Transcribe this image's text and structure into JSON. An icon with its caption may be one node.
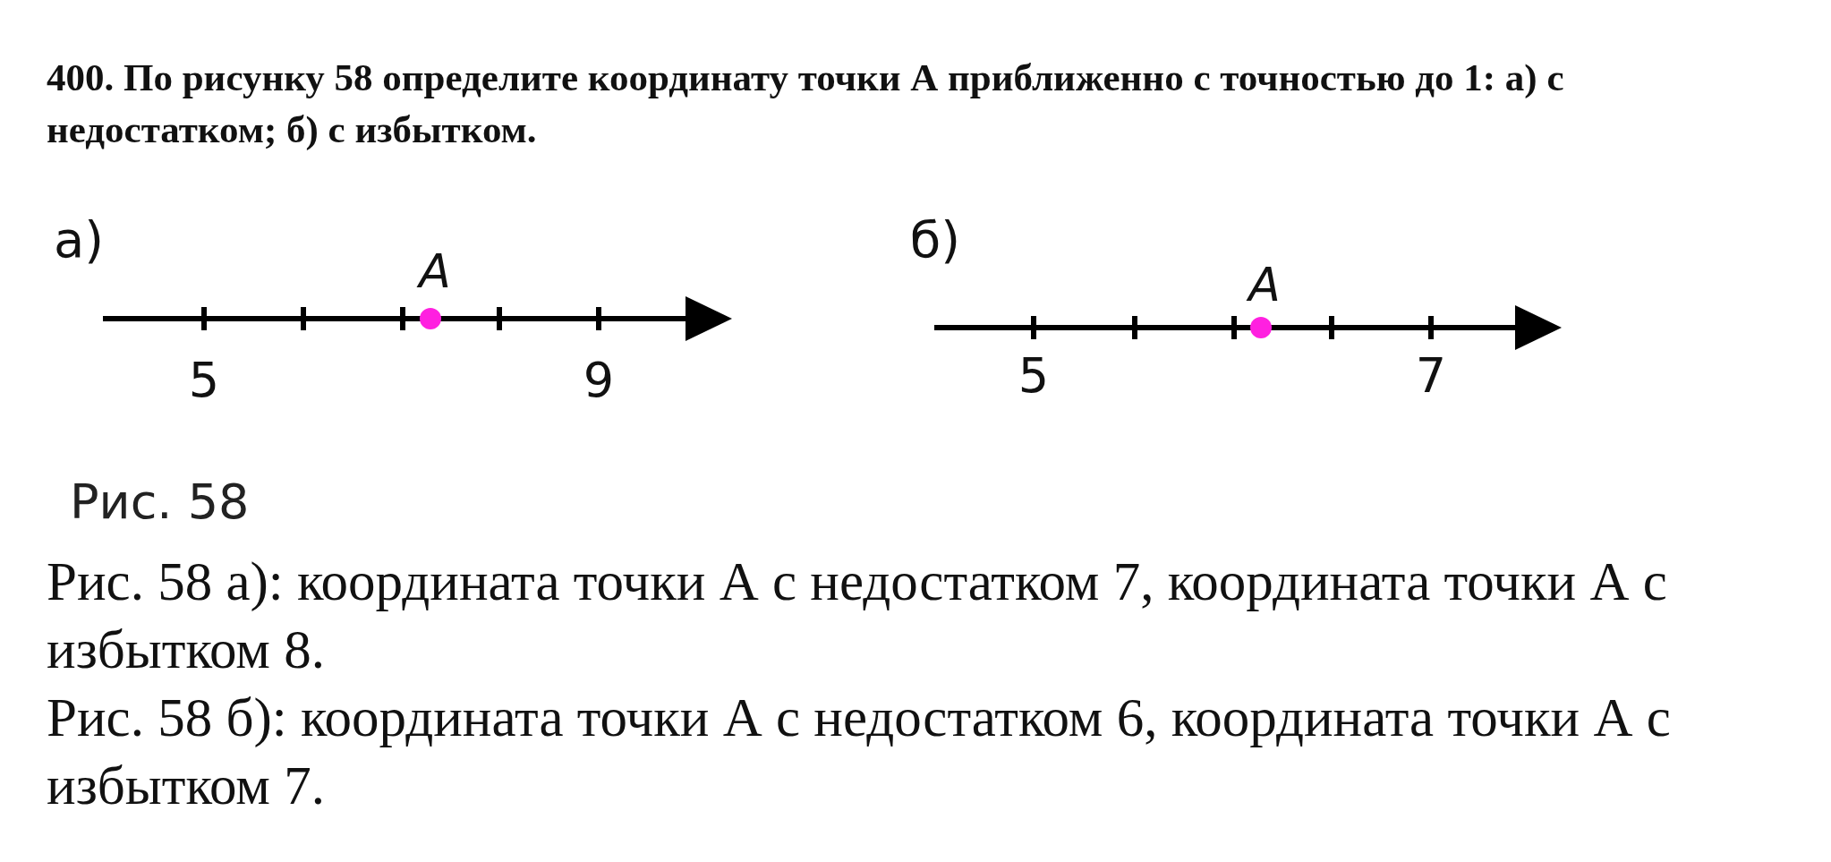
{
  "diagram": {
    "title": "400. По рисунку 58 определите координату точки А приближенно с точностью до 1: а) с недостатком; б) с избытком.",
    "caption": "Рис. 58",
    "labels": [
      "а)",
      "A",
      "5",
      "9",
      "б)",
      "A",
      "5",
      "7",
      "Рис. 58 а): координата точки А с недостатком 7, координата точки А с избытком 8.",
      "Рис. 58 б): координата точки А с недостатком 6, координата точки А с избытком 7."
    ]
  }
}
